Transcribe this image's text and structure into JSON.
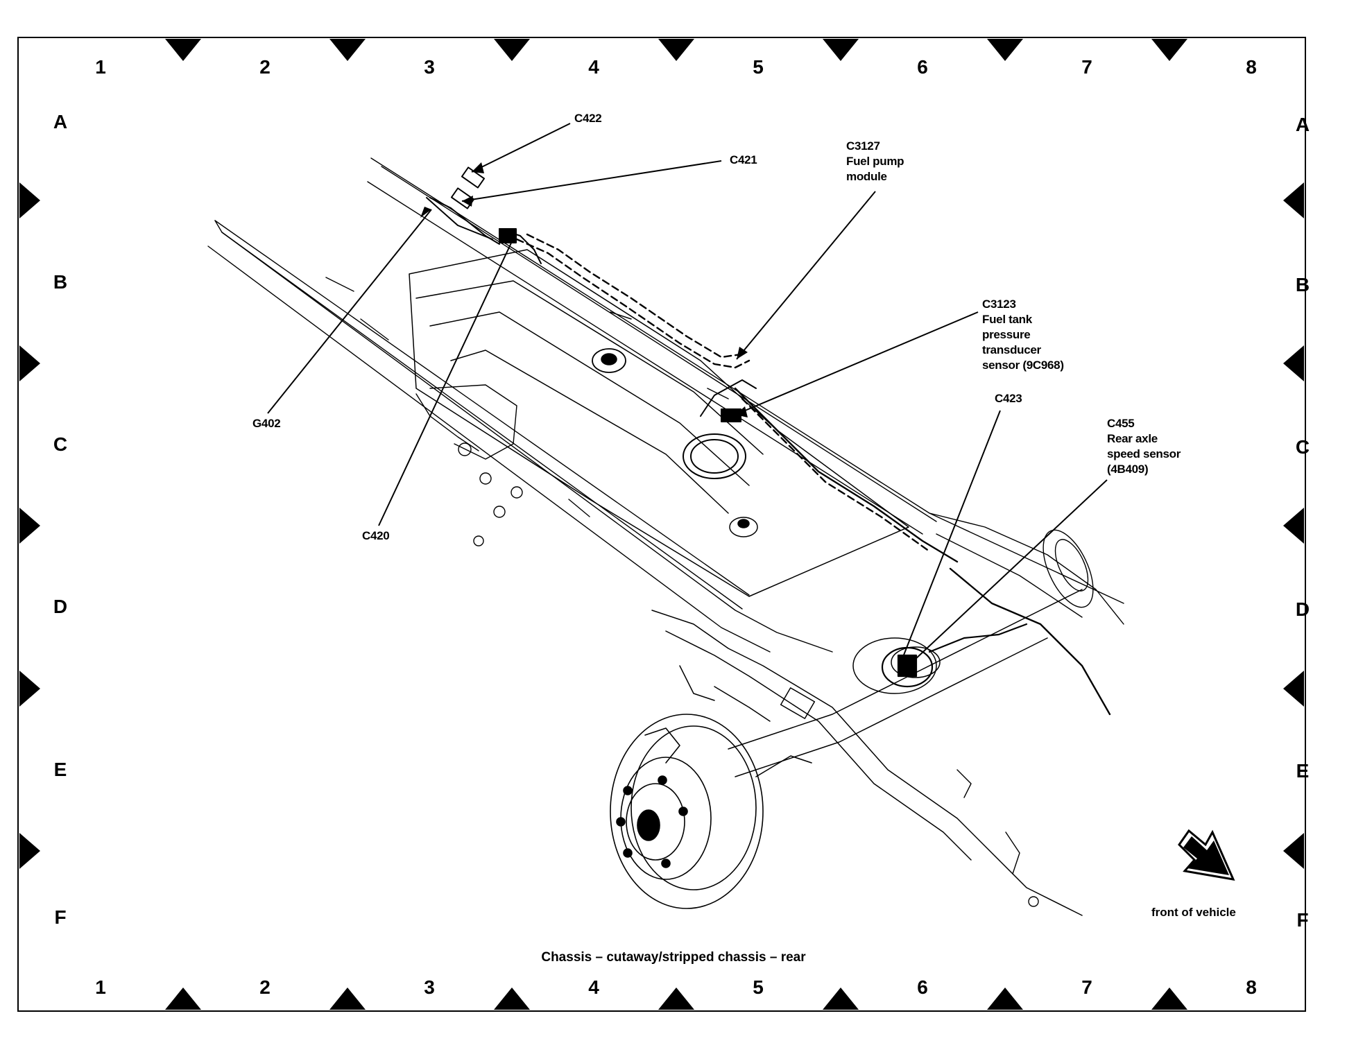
{
  "grid": {
    "columns": [
      "1",
      "2",
      "3",
      "4",
      "5",
      "6",
      "7",
      "8"
    ],
    "rows": [
      "A",
      "B",
      "C",
      "D",
      "E",
      "F"
    ]
  },
  "callouts": {
    "c422": [
      "C422"
    ],
    "c421": [
      "C421"
    ],
    "c3127": [
      "C3127",
      "Fuel pump",
      "module"
    ],
    "c3123": [
      "C3123",
      "Fuel tank",
      "pressure",
      "transducer",
      "sensor (9C968)"
    ],
    "c423": [
      "C423"
    ],
    "c455": [
      "C455",
      "Rear axle",
      "speed sensor",
      "(4B409)"
    ],
    "g402": [
      "G402"
    ],
    "c420": [
      "C420"
    ]
  },
  "caption": "Chassis – cutaway/stripped chassis – rear",
  "front_label": "front of vehicle",
  "icons": {
    "front_arrow": "arrow-down-right-icon"
  }
}
